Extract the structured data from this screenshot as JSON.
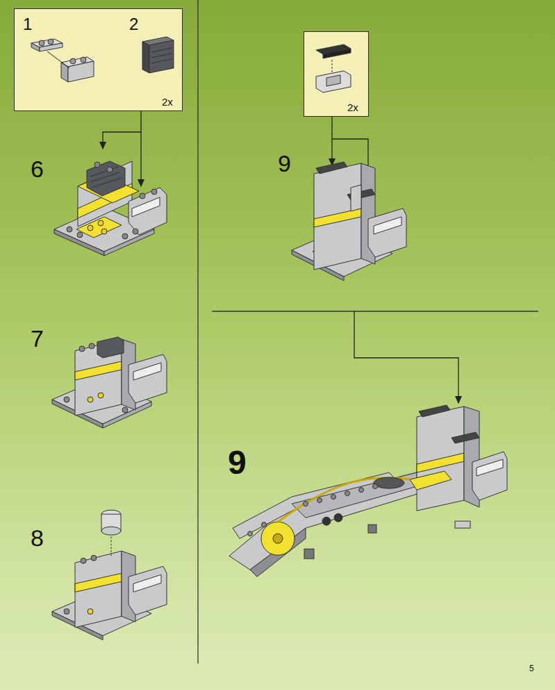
{
  "diagram": {
    "nodes": [
      {
        "text": [
          "1",
          "2",
          "2x"
        ]
      },
      {
        "text": [
          "2x"
        ]
      }
    ],
    "labels": [
      "6",
      "7",
      "8",
      "9",
      "9",
      "5"
    ]
  }
}
